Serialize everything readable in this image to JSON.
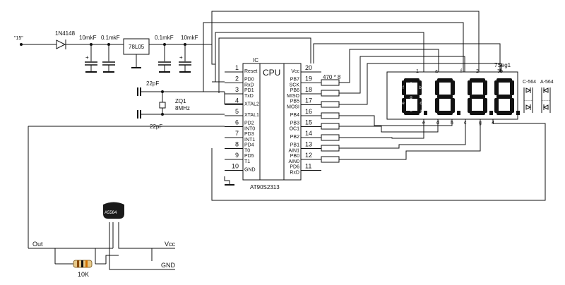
{
  "power": {
    "input_label": "\"15\"",
    "diode": "1N4148",
    "caps": [
      "10mkF",
      "0.1mkF",
      "0.1mkF",
      "10mkF"
    ],
    "regulator": "78L05"
  },
  "mcu": {
    "ref": "IC",
    "title": "CPU",
    "part": "AT90S2313",
    "left_pins": [
      {
        "num": "1",
        "l1": "Reset",
        "l2": ""
      },
      {
        "num": "2",
        "l1": "PD0",
        "l2": "RxD"
      },
      {
        "num": "3",
        "l1": "PD1",
        "l2": "TxD"
      },
      {
        "num": "4",
        "l1": "XTAL2",
        "l2": ""
      },
      {
        "num": "5",
        "l1": "XTAL1",
        "l2": ""
      },
      {
        "num": "6",
        "l1": "PD2",
        "l2": "INT0"
      },
      {
        "num": "7",
        "l1": "PD3",
        "l2": "INT1"
      },
      {
        "num": "8",
        "l1": "PD4",
        "l2": "T0"
      },
      {
        "num": "9",
        "l1": "PD5",
        "l2": "T1"
      },
      {
        "num": "10",
        "l1": "GND",
        "l2": ""
      }
    ],
    "right_pins": [
      {
        "num": "20",
        "l1": "Vcc",
        "l2": ""
      },
      {
        "num": "19",
        "l1": "PB7",
        "l2": "SCK"
      },
      {
        "num": "18",
        "l1": "PB6",
        "l2": "MISO"
      },
      {
        "num": "17",
        "l1": "PB5",
        "l2": "MOSI"
      },
      {
        "num": "16",
        "l1": "PB4",
        "l2": ""
      },
      {
        "num": "15",
        "l1": "PB3",
        "l2": "OC1"
      },
      {
        "num": "14",
        "l1": "PB2",
        "l2": ""
      },
      {
        "num": "13",
        "l1": "PB1",
        "l2": "AIN1"
      },
      {
        "num": "12",
        "l1": "PB0",
        "l2": "AIN0"
      },
      {
        "num": "11",
        "l1": "PD6",
        "l2": "RxD"
      }
    ]
  },
  "crystal": {
    "cap_top": "22pF",
    "cap_bottom": "22pF",
    "ref": "ZQ1",
    "freq": "8MHz"
  },
  "resistors": {
    "label": "470 * 8"
  },
  "display": {
    "ref": "7Seg1",
    "top_pins": [
      "1",
      "a",
      "f",
      "2",
      "3",
      "b"
    ],
    "bottom_pins": [
      "e",
      "d",
      "h",
      "c",
      "g",
      "4"
    ],
    "seg_letters": [
      "a",
      "f",
      "b",
      "g",
      "e",
      "c",
      "d",
      "h"
    ],
    "variants": [
      "C-564",
      "A-564"
    ]
  },
  "sensor": {
    "ref": "A5564",
    "out": "Out",
    "vcc": "Vcc",
    "gnd": "GND",
    "resistor": "10K"
  },
  "colors": {
    "wire": "#111111",
    "red": "#cc1111",
    "blue": "#2f7fd0",
    "purple": "#b060b0",
    "transistor": "#1a1a1a"
  }
}
